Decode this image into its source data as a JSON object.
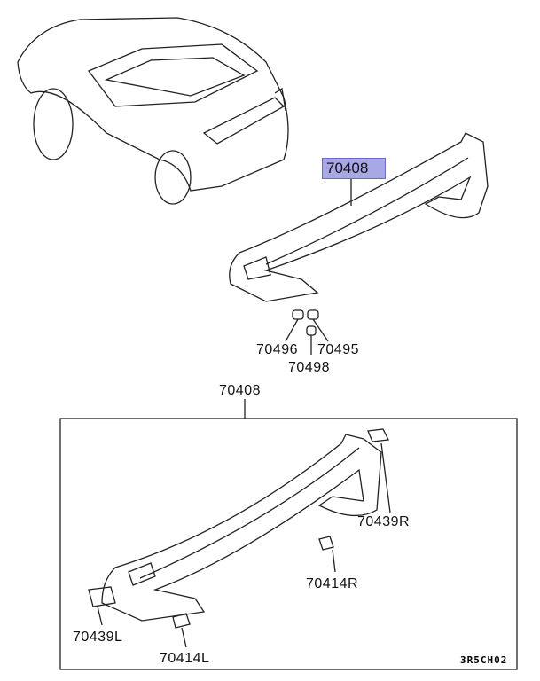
{
  "diagram": {
    "highlighted_part": "70408",
    "highlight_color": "#a8a8e4",
    "labels": {
      "spoiler_top": "70408",
      "clip_left": "70496",
      "clip_right": "70495",
      "clip_center": "70498",
      "spoiler_assembly": "70408",
      "end_cap_right": "70439R",
      "pad_right": "70414R",
      "end_cap_left": "70439L",
      "pad_left": "70414L"
    },
    "diagram_code": "3R5CH02"
  }
}
